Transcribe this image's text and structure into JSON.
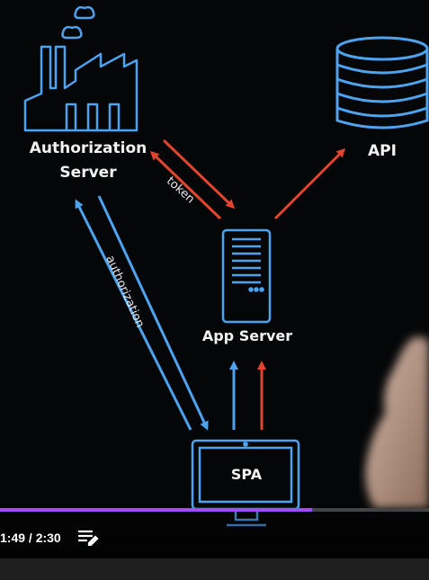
{
  "diagram": {
    "authorization_server_line1": "Authorization",
    "authorization_server_line2": "Server",
    "api_label": "API",
    "app_server_label": "App Server",
    "spa_label": "SPA",
    "token_label": "token",
    "authorization_label": "authorization"
  },
  "player": {
    "time": "1:49 / 2:30",
    "progress_fraction": 0.7267
  },
  "colors": {
    "outline": "#4ea3f0",
    "red_arrow": "#e0462f",
    "blue_arrow": "#4ea3f0",
    "progress": "#a34bff"
  },
  "icons": {
    "factory": "factory-icon",
    "database": "database-icon",
    "server": "server-icon",
    "monitor": "monitor-icon",
    "playlist": "playlist-edit-icon"
  }
}
